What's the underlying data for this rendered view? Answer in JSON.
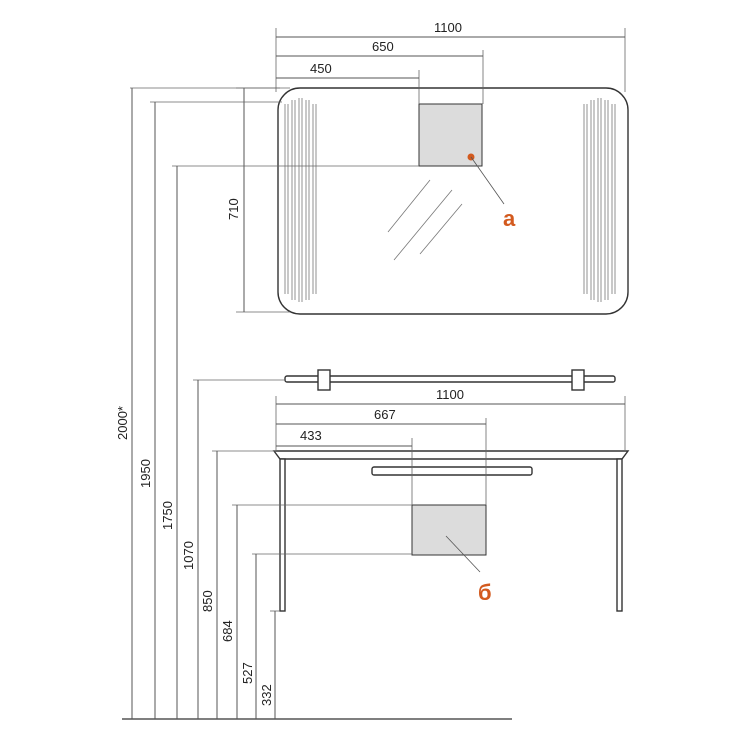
{
  "mirror": {
    "width_label": "1100",
    "offset_650_label": "650",
    "offset_450_label": "450",
    "height_label": "710"
  },
  "cabinet": {
    "width_label": "1100",
    "offset_667_label": "667",
    "offset_433_label": "433"
  },
  "heights": {
    "h2000": "2000*",
    "h1950": "1950",
    "h1750": "1750",
    "h1070": "1070",
    "h850": "850",
    "h684": "684",
    "h527": "527",
    "h332": "332"
  },
  "callouts": {
    "a": "а",
    "b": "б"
  },
  "colors": {
    "callout": "#d35a1e",
    "panel": "#dcdcdc"
  }
}
